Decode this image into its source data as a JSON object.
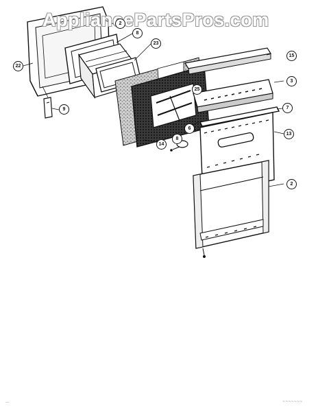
{
  "watermark": "AppliancePartsPros.com",
  "callouts": {
    "c22": "22",
    "c2a": "2",
    "c8": "8",
    "c23": "23",
    "c15": "15",
    "c3": "3",
    "c25": "25",
    "c9": "9",
    "c6": "6",
    "c7": "7",
    "c13": "13",
    "c14": "14",
    "c8b": "8",
    "c2b": "2"
  },
  "footnotes": {
    "left": "---",
    "right": "~~~~~~~"
  },
  "colors": {
    "line": "#111111",
    "fill": "#ffffff",
    "insulation": "#9a9a9a"
  }
}
